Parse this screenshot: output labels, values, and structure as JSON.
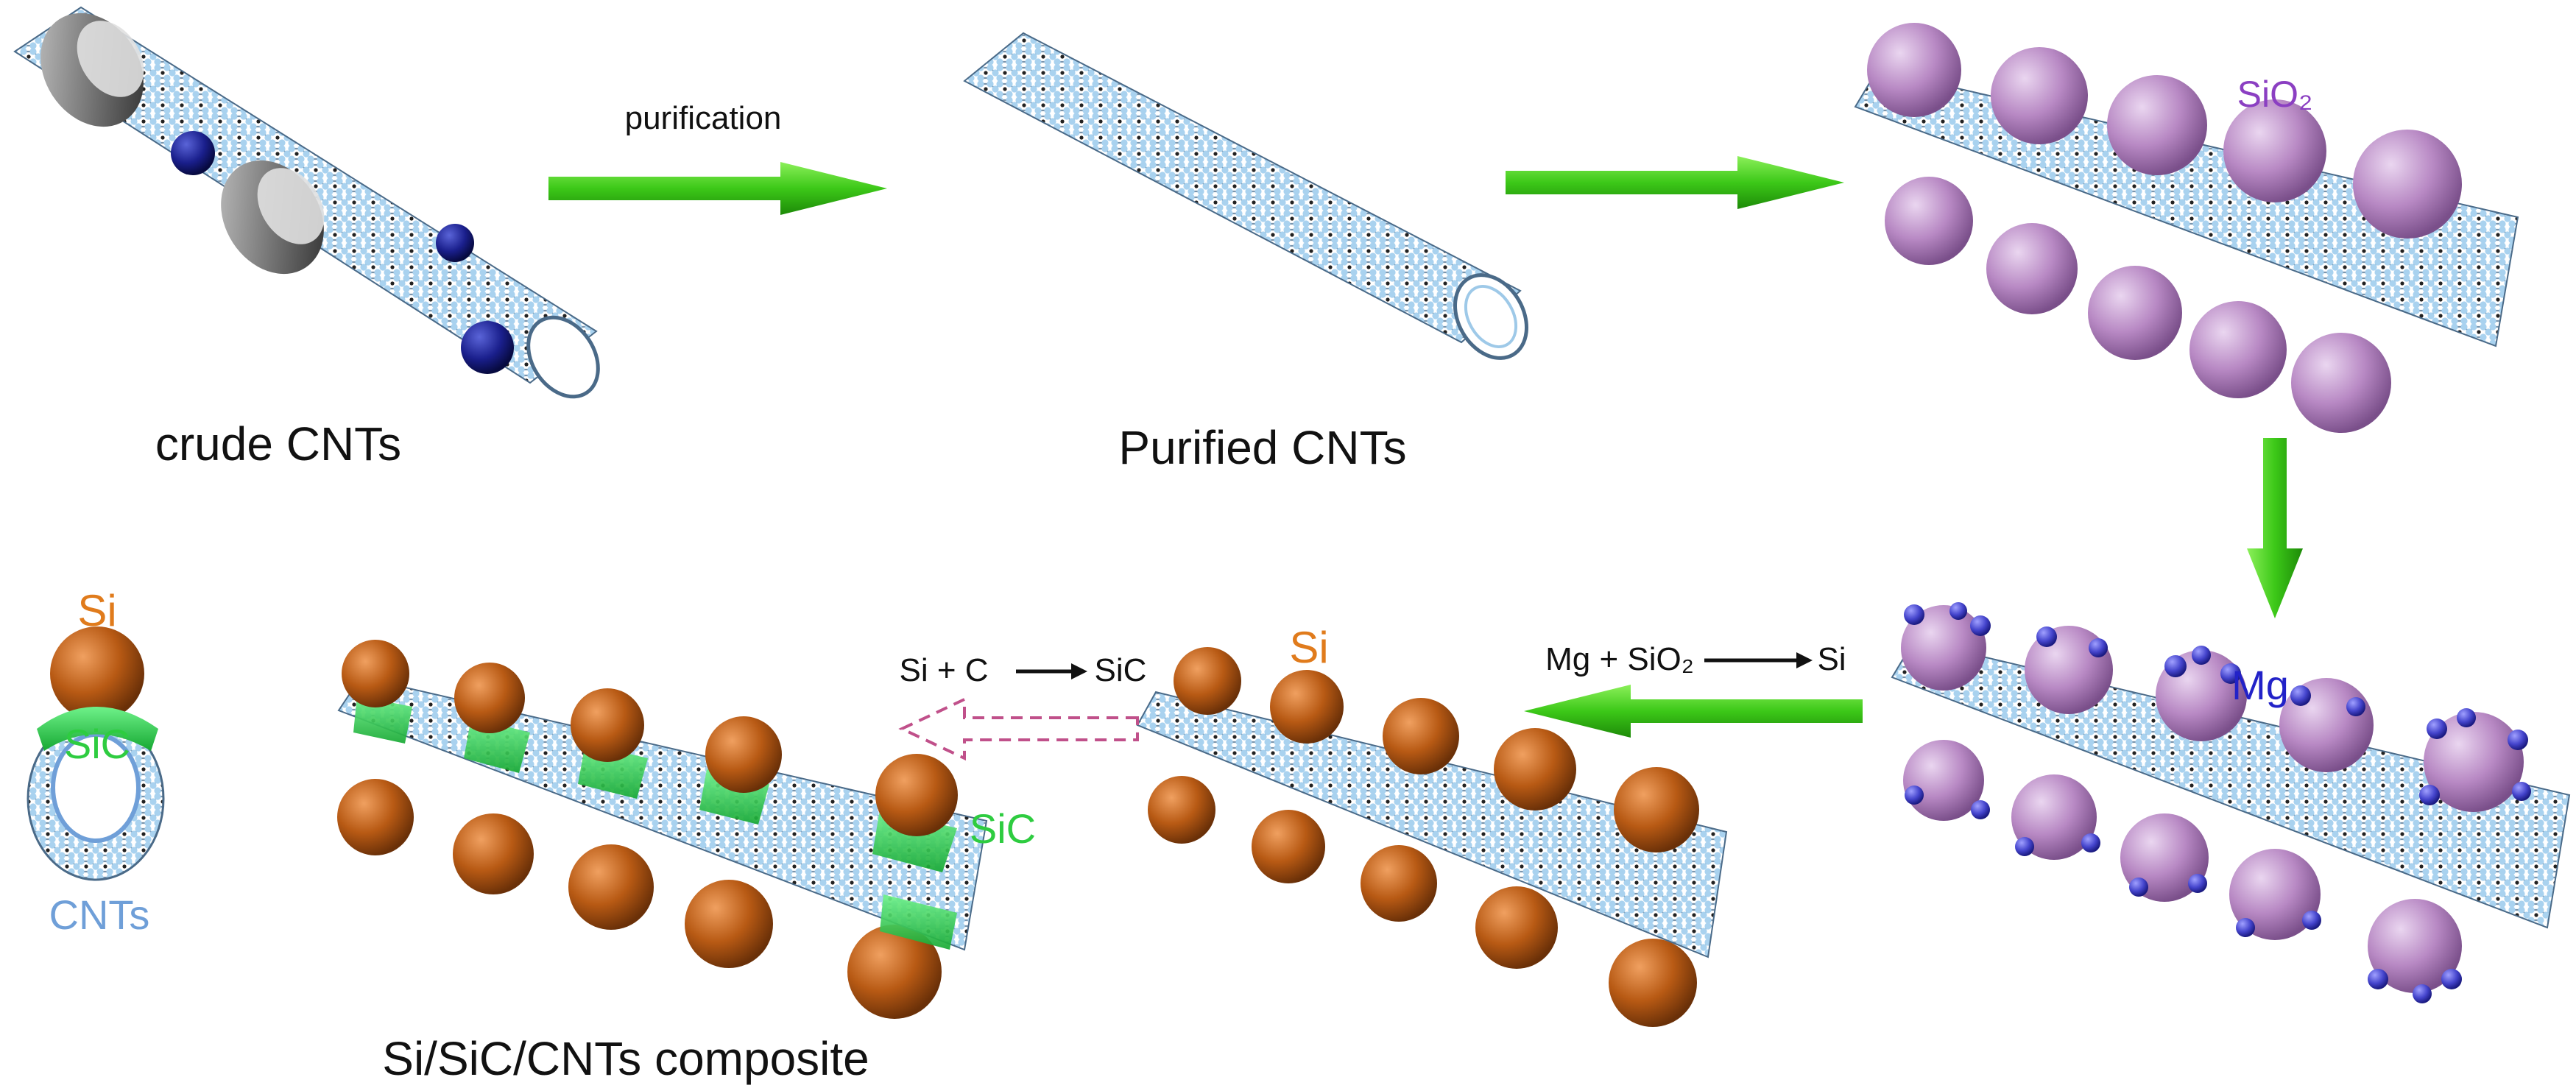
{
  "labels": {
    "crude": "crude CNTs",
    "purified": "Purified CNTs",
    "purification": "purification",
    "sio2": "SiO₂",
    "mg": "Mg",
    "mg_eq_left": "Mg + SiO₂",
    "mg_eq_right": "Si",
    "si_eq_left": "Si + C",
    "si_eq_right": "SiC",
    "si_stage": "Si",
    "sic_stage": "SiC",
    "composite": "Si/SiC/CNTs composite",
    "cross_si": "Si",
    "cross_sic": "SiC",
    "cross_cnts": "CNTs"
  },
  "colors": {
    "arrow_green": "#3cc818",
    "arrow_dashed": "#c0508a",
    "cnt_atom": "#9ec9e8",
    "sio2": "#b889c4",
    "si": "#b85a14",
    "sic": "#22c844",
    "mg": "#4444cc",
    "catalyst": "#1a1f8c",
    "amorphous": "#6e6e6e"
  }
}
